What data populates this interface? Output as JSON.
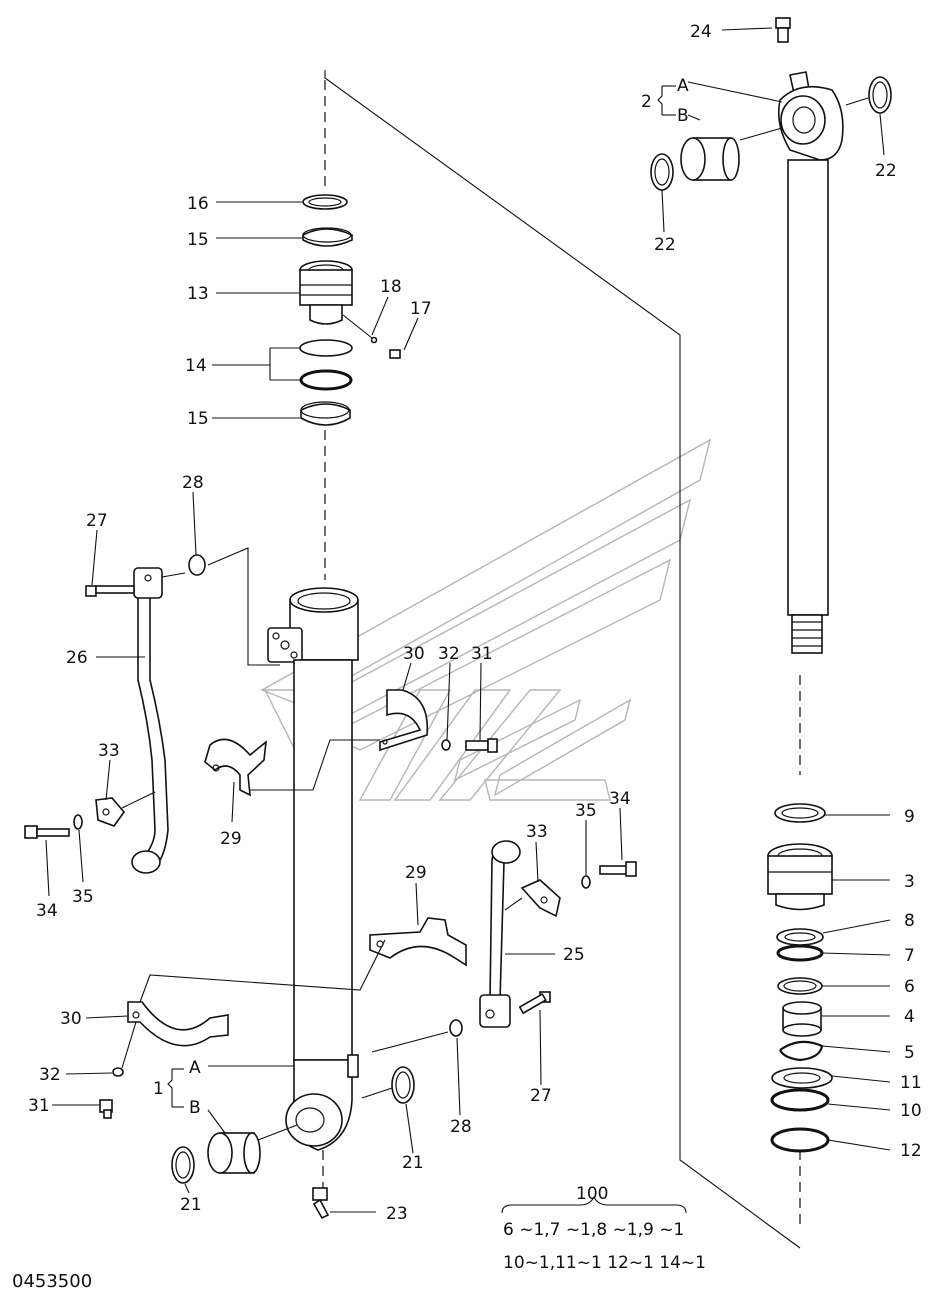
{
  "diagram": {
    "drawing_number": "0453500",
    "callouts": [
      {
        "id": "c24",
        "text": "24"
      },
      {
        "id": "c2",
        "text": "2"
      },
      {
        "id": "c2a",
        "text": "A"
      },
      {
        "id": "c2b",
        "text": "B"
      },
      {
        "id": "c22a",
        "text": "22"
      },
      {
        "id": "c22b",
        "text": "22"
      },
      {
        "id": "c16",
        "text": "16"
      },
      {
        "id": "c15a",
        "text": "15"
      },
      {
        "id": "c13",
        "text": "13"
      },
      {
        "id": "c18",
        "text": "18"
      },
      {
        "id": "c17",
        "text": "17"
      },
      {
        "id": "c14",
        "text": "14"
      },
      {
        "id": "c15b",
        "text": "15"
      },
      {
        "id": "c28a",
        "text": "28"
      },
      {
        "id": "c27a",
        "text": "27"
      },
      {
        "id": "c26",
        "text": "26"
      },
      {
        "id": "c30a",
        "text": "30"
      },
      {
        "id": "c32a",
        "text": "32"
      },
      {
        "id": "c31a",
        "text": "31"
      },
      {
        "id": "c33a",
        "text": "33"
      },
      {
        "id": "c29a",
        "text": "29"
      },
      {
        "id": "c34a",
        "text": "34"
      },
      {
        "id": "c35a",
        "text": "35"
      },
      {
        "id": "c35b",
        "text": "35"
      },
      {
        "id": "c34b",
        "text": "34"
      },
      {
        "id": "c33b",
        "text": "33"
      },
      {
        "id": "c29b",
        "text": "29"
      },
      {
        "id": "c25",
        "text": "25"
      },
      {
        "id": "c30b",
        "text": "30"
      },
      {
        "id": "c27b",
        "text": "27"
      },
      {
        "id": "c28b",
        "text": "28"
      },
      {
        "id": "c32b",
        "text": "32"
      },
      {
        "id": "c1",
        "text": "1"
      },
      {
        "id": "c1a",
        "text": "A"
      },
      {
        "id": "c1b",
        "text": "B"
      },
      {
        "id": "c31b",
        "text": "31"
      },
      {
        "id": "c21a",
        "text": "21"
      },
      {
        "id": "c21b",
        "text": "21"
      },
      {
        "id": "c23",
        "text": "23"
      },
      {
        "id": "c9",
        "text": "9"
      },
      {
        "id": "c3",
        "text": "3"
      },
      {
        "id": "c8",
        "text": "8"
      },
      {
        "id": "c7",
        "text": "7"
      },
      {
        "id": "c6",
        "text": "6"
      },
      {
        "id": "c4",
        "text": "4"
      },
      {
        "id": "c5",
        "text": "5"
      },
      {
        "id": "c11",
        "text": "11"
      },
      {
        "id": "c10",
        "text": "10"
      },
      {
        "id": "c12",
        "text": "12"
      }
    ],
    "seal_kit": {
      "number": "100",
      "line1": "6 ~1,7 ~1,8 ~1,9 ~1",
      "line2": "10~1,11~1 12~1 14~1"
    }
  }
}
